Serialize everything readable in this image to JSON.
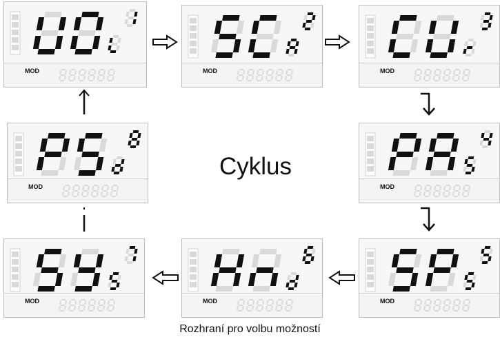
{
  "center_label": "Cyklus",
  "caption": "Rozhraní pro volbu možností",
  "panels": [
    {
      "code": "UO",
      "letter": "L",
      "number": "1",
      "mod": "MOD"
    },
    {
      "code": "SC",
      "letter": "A",
      "number": "2",
      "mod": "MOD"
    },
    {
      "code": "CU",
      "letter": "r",
      "number": "3",
      "mod": "MOD"
    },
    {
      "code": "PA",
      "letter": "S",
      "number": "4",
      "mod": "MOD"
    },
    {
      "code": "SP",
      "letter": "S",
      "number": "5",
      "mod": "MOD"
    },
    {
      "code": "Hn",
      "letter": "d",
      "number": "6",
      "mod": "MOD"
    },
    {
      "code": "SY",
      "letter": "S",
      "number": "7",
      "mod": "MOD"
    },
    {
      "code": "PS",
      "letter": "d",
      "number": "8",
      "mod": "MOD"
    }
  ],
  "colors": {
    "segment": "#111111",
    "ghost": "#d9d9d9",
    "panel_border": "#bdbdbd"
  }
}
